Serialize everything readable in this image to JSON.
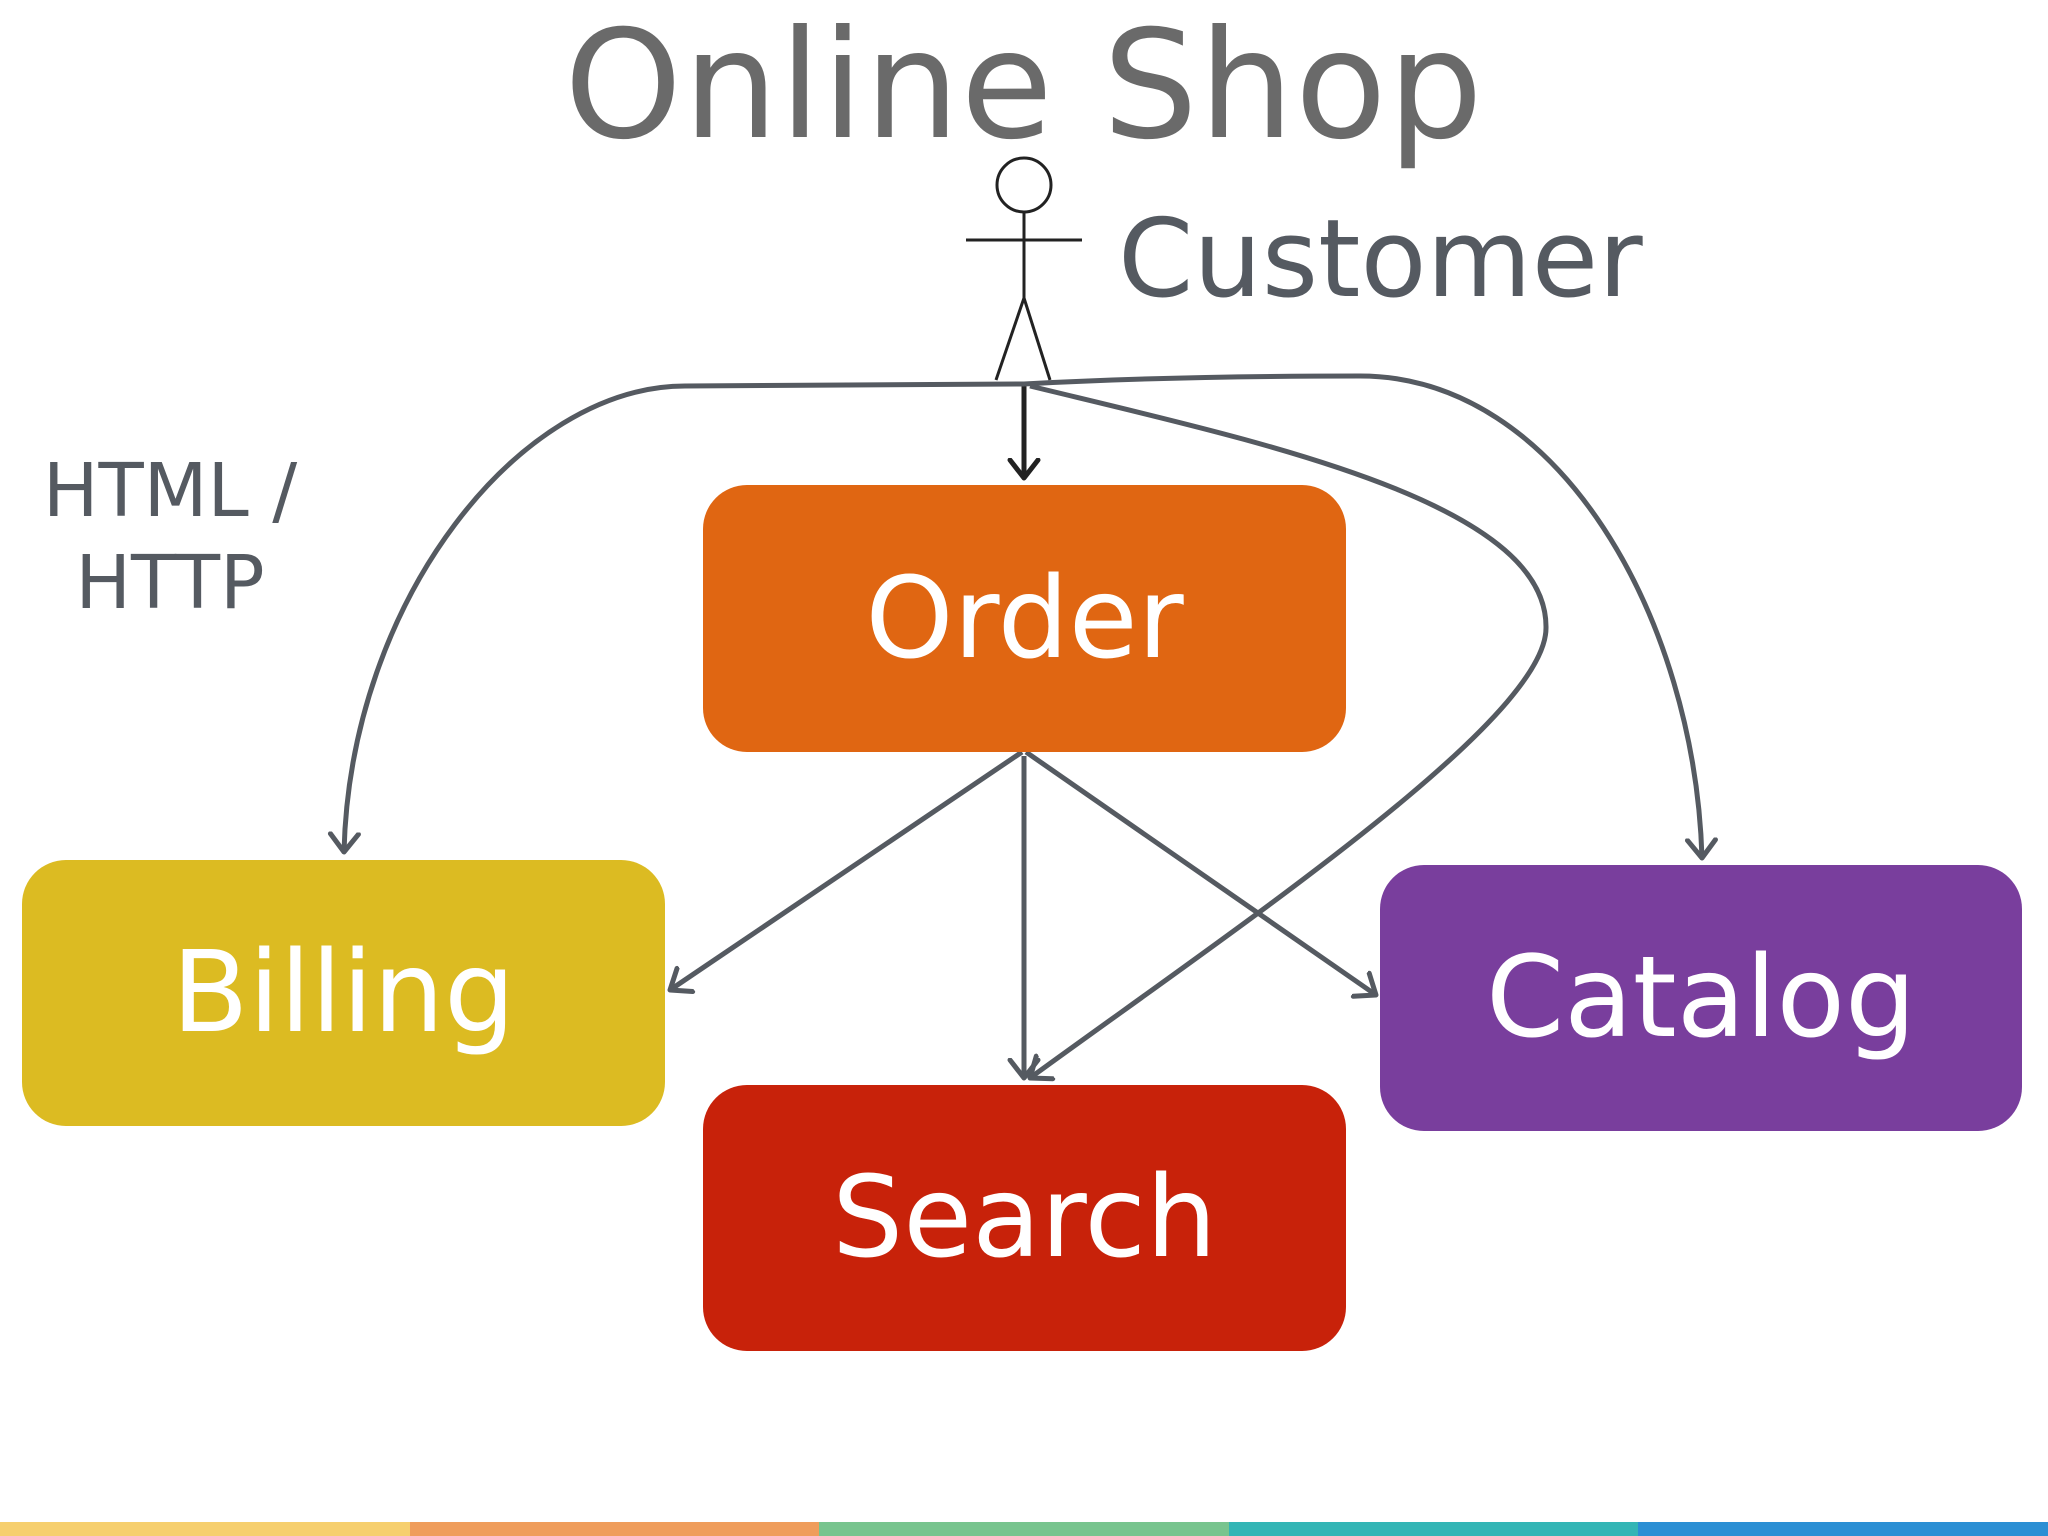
{
  "diagram": {
    "title": "Online Shop",
    "actor": {
      "label": "Customer",
      "icon": "stick-figure-icon"
    },
    "protocol_label_lines": [
      "HTML /",
      "HTTP"
    ],
    "boxes": {
      "order": {
        "label": "Order",
        "color": "#e06612"
      },
      "billing": {
        "label": "Billing",
        "color": "#dcbb22"
      },
      "catalog": {
        "label": "Catalog",
        "color": "#793e9d"
      },
      "search": {
        "label": "Search",
        "color": "#c8220a"
      }
    },
    "connections": [
      {
        "from": "Customer",
        "to": "Order"
      },
      {
        "from": "Customer",
        "to": "Billing"
      },
      {
        "from": "Customer",
        "to": "Catalog"
      },
      {
        "from": "Customer",
        "to": "Search"
      },
      {
        "from": "Order",
        "to": "Billing"
      },
      {
        "from": "Order",
        "to": "Search"
      },
      {
        "from": "Order",
        "to": "Catalog"
      }
    ],
    "colors": {
      "arrow": "#555a61",
      "text": "#6a6a6a"
    },
    "footer_colors": [
      "#f6cf6e",
      "#ef9d5c",
      "#78c48e",
      "#33b5b5",
      "#2b8fd4"
    ]
  }
}
